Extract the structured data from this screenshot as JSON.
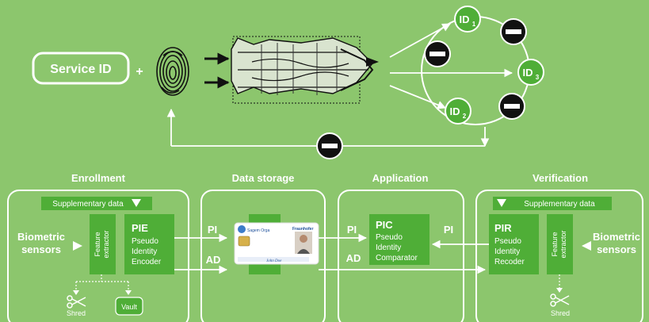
{
  "top": {
    "service_id": "Service ID",
    "plus": "+",
    "ids": [
      {
        "main": "ID",
        "sub": "1"
      },
      {
        "main": "ID",
        "sub": "2"
      },
      {
        "main": "ID",
        "sub": "3"
      }
    ]
  },
  "sections": {
    "enrollment": "Enrollment",
    "data_storage": "Data storage",
    "application": "Application",
    "verification": "Verification"
  },
  "enrollment": {
    "supplementary": "Supplementary data",
    "biometric_1": "Biometric",
    "biometric_2": "sensors",
    "feature_extractor_1": "Feature",
    "feature_extractor_2": "extractor",
    "pie_title": "PIE",
    "pie_line1": "Pseudo",
    "pie_line2": "Identity",
    "pie_line3": "Encoder",
    "shred": "Shred",
    "vault": "Vault"
  },
  "storage": {
    "pi": "PI",
    "ad": "AD",
    "card_brand1": "Sagem Orga",
    "card_brand2": "Fraunhofer",
    "card_name": "John Doe"
  },
  "application": {
    "pi_left": "PI",
    "ad_left": "AD",
    "pi_right": "PI",
    "pic_title": "PIC",
    "pic_line1": "Pseudo",
    "pic_line2": "Identity",
    "pic_line3": "Comparator"
  },
  "verification": {
    "supplementary": "Supplementary data",
    "pir_title": "PIR",
    "pir_line1": "Pseudo",
    "pir_line2": "Identity",
    "pir_line3": "Recoder",
    "feature_extractor_1": "Feature",
    "feature_extractor_2": "extractor",
    "biometric_1": "Biometric",
    "biometric_2": "sensors",
    "shred": "Shred"
  },
  "colors": {
    "background": "#8cc66d",
    "dark_green_box": "#4fae37",
    "white": "#ffffff",
    "black": "#111111"
  }
}
